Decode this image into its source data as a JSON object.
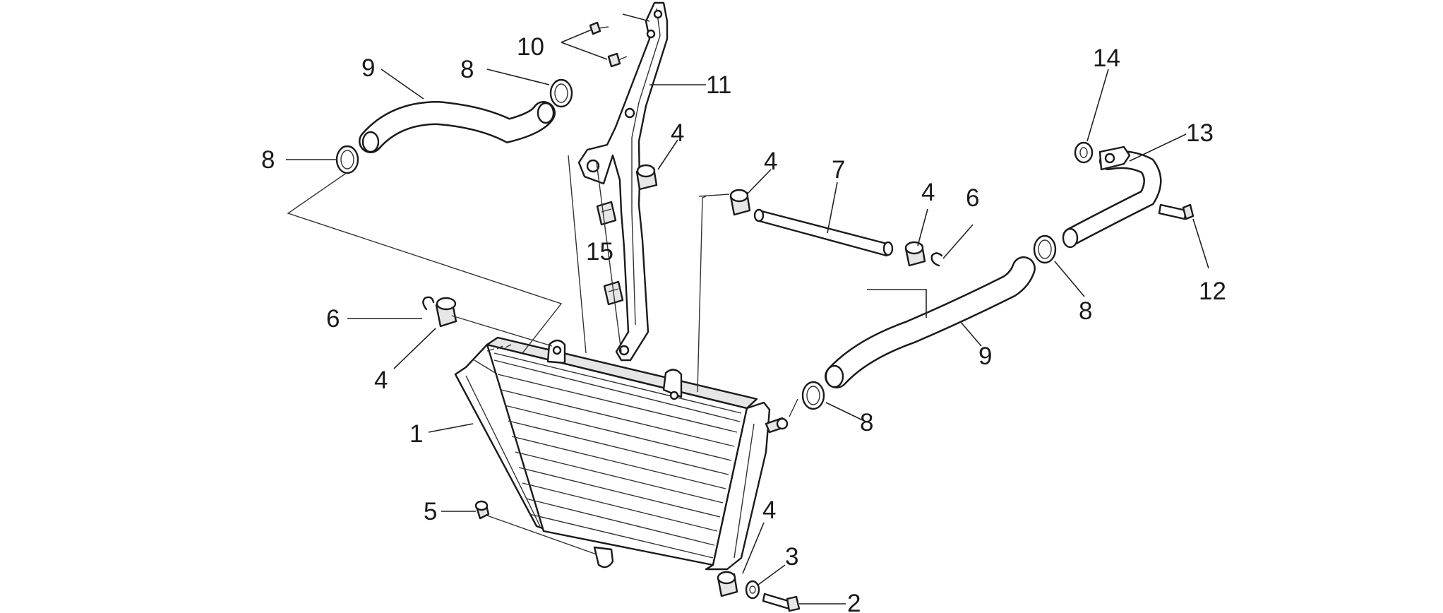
{
  "callouts": {
    "c1": "1",
    "c2": "2",
    "c3": "3",
    "c4a": "4",
    "c4b": "4",
    "c4c": "4",
    "c4d": "4",
    "c4e": "4",
    "c5": "5",
    "c6a": "6",
    "c6b": "6",
    "c7": "7",
    "c8a": "8",
    "c8b": "8",
    "c8c": "8",
    "c8d": "8",
    "c9a": "9",
    "c9b": "9",
    "c10": "10",
    "c11": "11",
    "c12": "12",
    "c13": "13",
    "c14": "14",
    "c15": "15"
  }
}
